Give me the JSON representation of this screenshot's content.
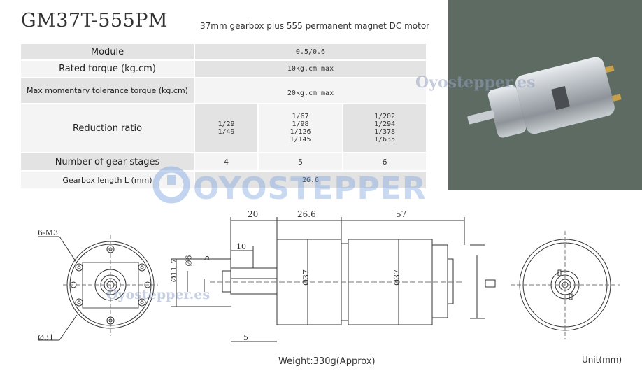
{
  "header": {
    "model": "GM37T-555PM",
    "subtitle": "37mm gearbox plus 555 permanent magnet DC motor"
  },
  "specs": {
    "module": {
      "label": "Module",
      "value": "0.5/0.6"
    },
    "rated_torque": {
      "label": "Rated torque (kg.cm)",
      "value": "10kg.cm max"
    },
    "max_torque": {
      "label": "Max momentary tolerance torque (kg.cm)",
      "value": "20kg.cm max"
    },
    "reduction_ratio": {
      "label": "Reduction ratio",
      "groups": [
        {
          "ratios": [
            "1/29",
            "1/49"
          ]
        },
        {
          "ratios": [
            "1/67",
            "1/98",
            "1/126",
            "1/145"
          ]
        },
        {
          "ratios": [
            "1/202",
            "1/294",
            "1/378",
            "1/635"
          ]
        }
      ]
    },
    "gear_stages": {
      "label": "Number of gear stages",
      "values": [
        "4",
        "5",
        "6"
      ]
    },
    "gearbox_length": {
      "label": "Gearbox length  L (mm)",
      "value": "26.6"
    }
  },
  "watermarks": {
    "photo": "Oyostepper.es",
    "logo": "OYOSTEPPER",
    "drawing": "Oyostepper.es"
  },
  "drawing": {
    "front_callout_screws": "6-M3",
    "front_callout_diameter": "Ø31",
    "dim_20": "20",
    "dim_26_6": "26.6",
    "dim_57": "57",
    "dim_10": "10",
    "dim_11_7": "Ø11.7",
    "dim_6": "Ø6",
    "dim_5_flat": "5",
    "dim_37_gearbox": "Ø37",
    "dim_37_motor": "Ø37",
    "dim_5_bottom": "5"
  },
  "footer": {
    "weight": "Weight:330g(Approx)",
    "unit": "Unit(mm)"
  }
}
